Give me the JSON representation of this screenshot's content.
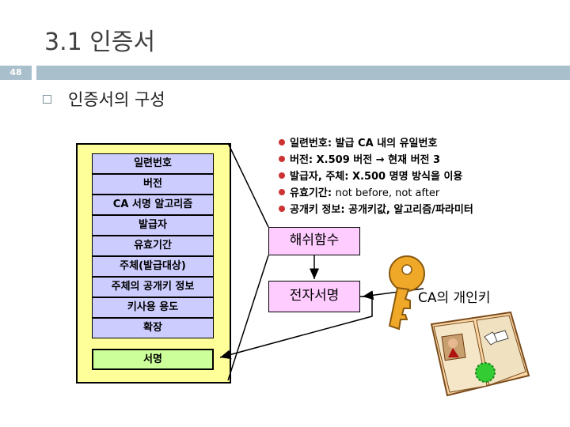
{
  "slide": {
    "title": "3.1 인증서",
    "page_number": "48",
    "bullet": "인증서의 구성"
  },
  "certificate_fields": [
    "일련번호",
    "버전",
    "CA 서명 알고리즘",
    "발급자",
    "유효기간",
    "주체(발급대상)",
    "주체의 공개키 정보",
    "키사용 용도",
    "확장"
  ],
  "signature_field": "서명",
  "details": [
    {
      "label": "일련번호:",
      "value": "발급 CA 내의 유일번호"
    },
    {
      "label": "버전:",
      "value": "X.509 버전 → 현재 버전 3"
    },
    {
      "label": "발급자, 주체:",
      "value": "X.500 명명 방식을 이용"
    },
    {
      "label": "유효기간:",
      "value": "not before, not after"
    },
    {
      "label": "공개키 정보:",
      "value": "공개키값, 알고리즘/파라미터"
    }
  ],
  "hash_box": "해쉬함수",
  "sign_box": "전자서명",
  "ca_key_label": "CA의 개인키",
  "colors": {
    "certificate_bg": "#ffff99",
    "field_bg": "#ccccff",
    "signature_bg": "#ccff99",
    "box_bg": "#ffccff",
    "key": "#f0a828",
    "bar": "#a9bfcc"
  }
}
